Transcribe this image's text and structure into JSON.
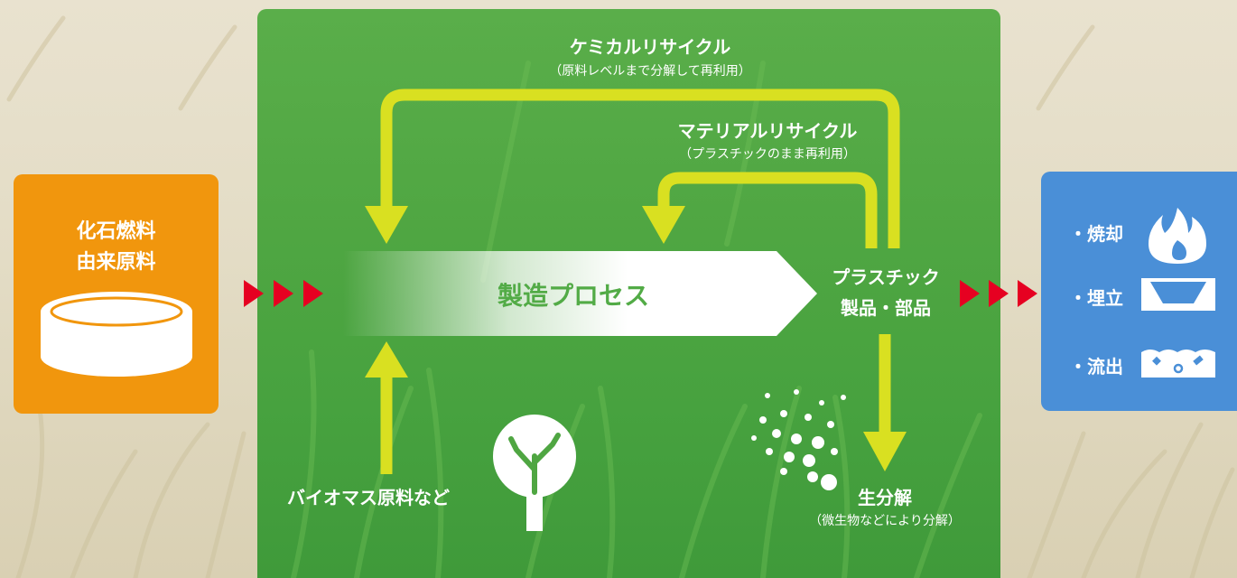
{
  "fossil": {
    "line1": "化石燃料",
    "line2": "由来原料"
  },
  "chemical_recycle": {
    "title": "ケミカルリサイクル",
    "subtitle": "（原料レベルまで分解して再利用）"
  },
  "material_recycle": {
    "title": "マテリアルリサイクル",
    "subtitle": "（プラスチックのまま再利用）"
  },
  "process": {
    "label": "製造プロセス"
  },
  "product": {
    "line1": "プラスチック",
    "line2": "製品・部品"
  },
  "biomass": {
    "label": "バイオマス原料など"
  },
  "biodegrade": {
    "title": "生分解",
    "subtitle": "（微生物などにより分解）"
  },
  "disposal": {
    "items": [
      {
        "label": "・焼却",
        "icon": "fire-icon"
      },
      {
        "label": "・埋立",
        "icon": "landfill-icon"
      },
      {
        "label": "・流出",
        "icon": "water-pollution-icon"
      }
    ]
  },
  "colors": {
    "orange": "#f1960d",
    "green": "#4fa642",
    "blue": "#4a8fd7",
    "arrow_yellow": "#d9e021",
    "chevron_red": "#e60021"
  }
}
